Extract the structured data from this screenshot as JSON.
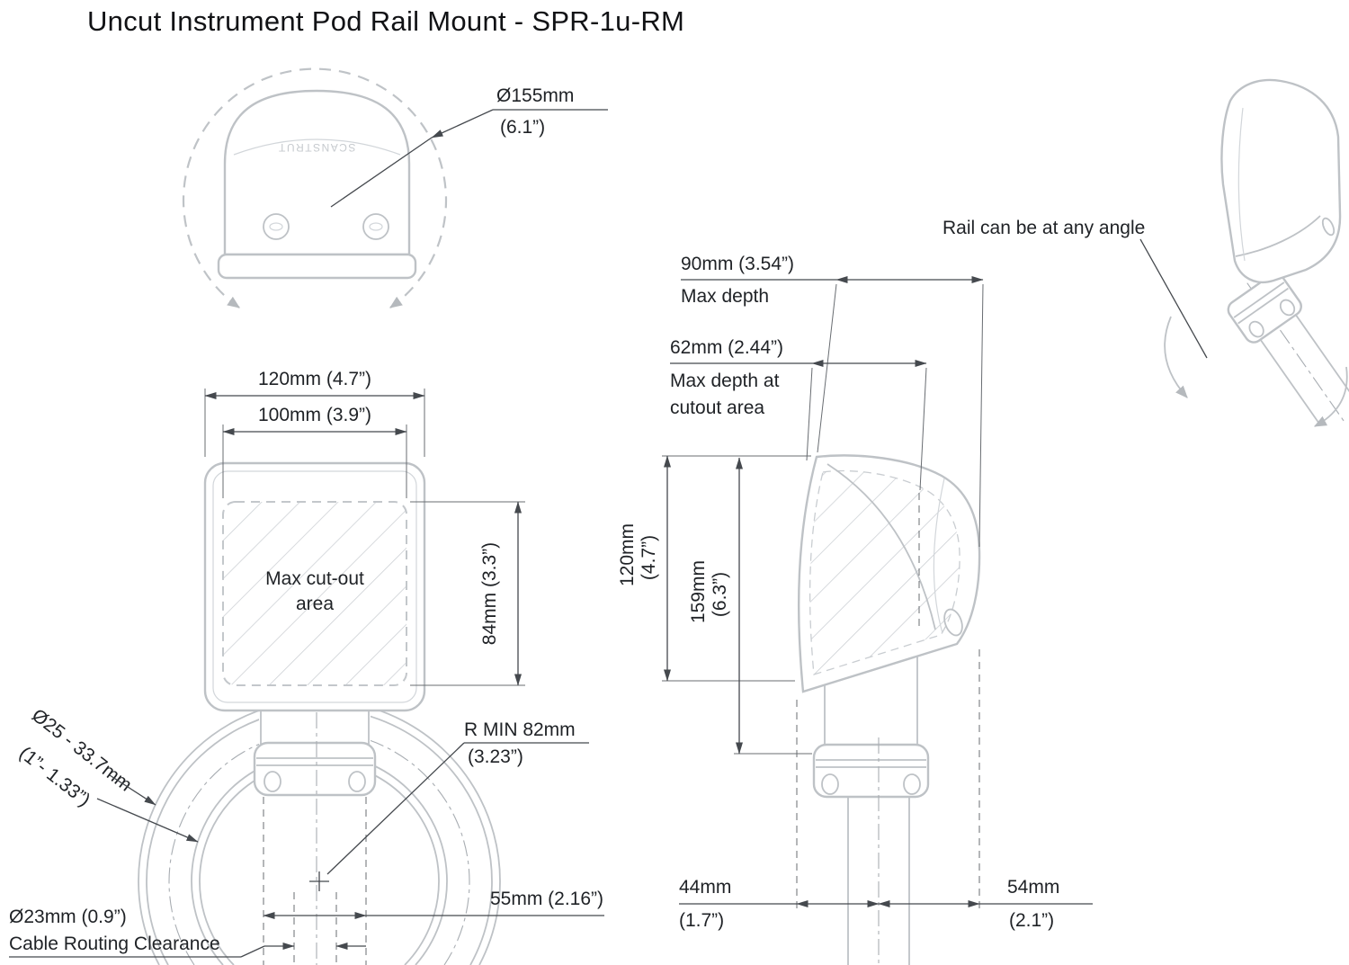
{
  "title": "Uncut Instrument Pod Rail Mount - SPR-1u-RM",
  "top_view": {
    "diameter": "Ø155mm",
    "diameter_in": "(6.1”)",
    "logo": "SCANSTRUT"
  },
  "front_view": {
    "width_outer": "120mm (4.7”)",
    "width_inner": "100mm (3.9”)",
    "cutout_line1": "Max cut-out",
    "cutout_line2": "area",
    "cutout_height": "84mm (3.3”)",
    "rail_diameter_line1": "Ø25 - 33.7mm",
    "rail_diameter_line2": "(1”- 1.33”)",
    "bend_radius_line1": "R MIN 82mm",
    "bend_radius_line2": "(3.23”)",
    "offset_55": "55mm (2.16”)",
    "cable_line1": "Ø23mm (0.9”)",
    "cable_line2": "Cable Routing Clearance"
  },
  "side_view": {
    "max_depth_value": "90mm (3.54”)",
    "max_depth_label": "Max depth",
    "cutout_depth_value": "62mm (2.44”)",
    "cutout_depth_label1": "Max depth at",
    "cutout_depth_label2": "cutout area",
    "height_120": "120mm",
    "height_120_in": "(4.7”)",
    "height_159": "159mm",
    "height_159_in": "(6.3”)",
    "offset_44": "44mm",
    "offset_44_in": "(1.7”)",
    "offset_54": "54mm",
    "offset_54_in": "(2.1”)"
  },
  "angle_view": {
    "note": "Rail can be at any angle"
  }
}
